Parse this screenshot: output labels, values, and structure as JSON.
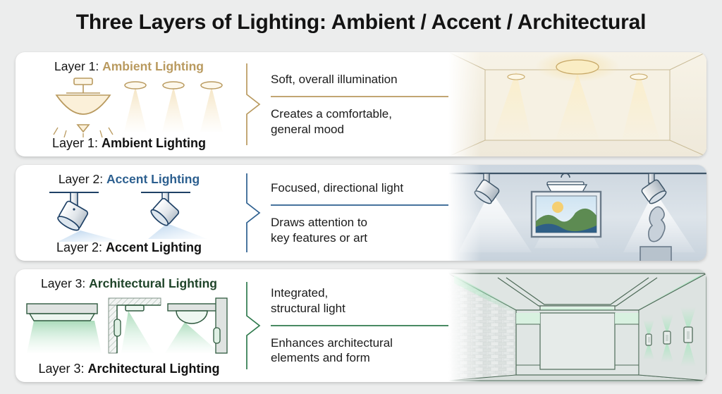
{
  "title": "Three Layers of Lighting: Ambient / Accent / Architectural",
  "colors": {
    "background": "#eceded",
    "card": "#ffffff",
    "title_text": "#131313",
    "ambient_accent": "#b99a5f",
    "accent_accent": "#2c5f8f",
    "architectural_accent": "#2f7a4d",
    "architectural_label": "#1f4429"
  },
  "rows": [
    {
      "id": "ambient",
      "label_top_prefix": "Layer 1: ",
      "label_top_accent": "Ambient Lighting",
      "label_bottom_prefix": "Layer 1: ",
      "label_bottom_accent": "Ambient Lighting",
      "accent_color": "#b99a5f",
      "text_top": "Soft, overall illumination",
      "text_bottom_line1": "Creates a comfortable,",
      "text_bottom_line2": "general mood",
      "icons": [
        "ceiling-dome-fixture-icon",
        "recessed-downlight-icon",
        "recessed-downlight-icon",
        "recessed-downlight-icon"
      ],
      "scene": "warm-lit-room-scene"
    },
    {
      "id": "accent",
      "label_top_prefix": "Layer 2: ",
      "label_top_accent": "Accent Lighting",
      "label_bottom_prefix": "Layer 2: ",
      "label_bottom_accent": "Accent Lighting",
      "accent_color": "#2c5f8f",
      "text_top": "Focused, directional light",
      "text_bottom_line1": "Draws attention to",
      "text_bottom_line2": "key features or art",
      "icons": [
        "track-spotlight-icon",
        "track-spotlight-icon"
      ],
      "scene": "gallery-wall-scene"
    },
    {
      "id": "architectural",
      "label_top_prefix": "Layer 3: ",
      "label_top_accent": "Architectural Lighting",
      "label_bottom_prefix": "Layer 3: ",
      "label_bottom_accent": "Architectural Lighting",
      "accent_color": "#2f7a4d",
      "text_top_line1": "Integrated,",
      "text_top_line2": "structural light",
      "text_bottom_line1": "Enhances architectural",
      "text_bottom_line2": "elements and form",
      "icons": [
        "linear-cove-profile-icon",
        "ceiling-recess-detail-icon",
        "wall-wash-detail-icon"
      ],
      "scene": "corridor-cove-scene"
    }
  ]
}
